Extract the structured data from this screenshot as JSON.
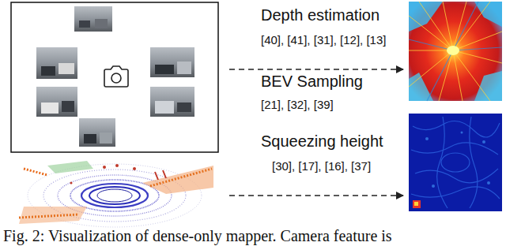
{
  "diagram": {
    "caption": "Fig. 2: Visualization of dense-only mapper. Camera feature is",
    "labels": [
      "Depth estimation",
      "[40], [41], [31], [12], [13]",
      "BEV Sampling",
      "[21], [32], [39]",
      "Squeezing height",
      "[30], [17], [16], [37]"
    ]
  }
}
